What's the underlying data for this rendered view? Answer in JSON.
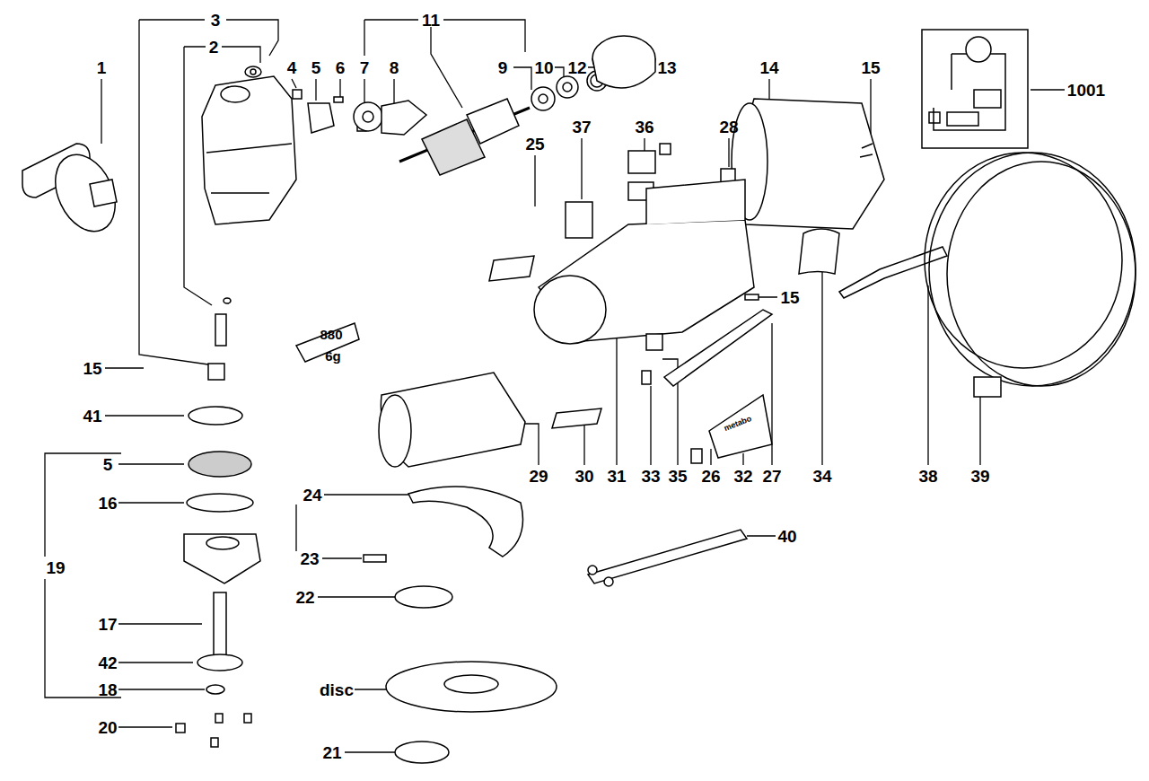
{
  "diagram": {
    "labels": [
      "3",
      "11",
      "2",
      "1",
      "4",
      "5",
      "6",
      "7",
      "8",
      "9",
      "10",
      "12",
      "13",
      "14",
      "15",
      "1001",
      "37",
      "36",
      "28",
      "25",
      "15",
      "880",
      "6g",
      "15",
      "41",
      "19",
      "5",
      "16",
      "24",
      "23",
      "22",
      "17",
      "42",
      "18",
      "disc",
      "20",
      "21",
      "40",
      "29",
      "30",
      "31",
      "33",
      "35",
      "26",
      "32",
      "27",
      "34",
      "38",
      "39",
      "metabo"
    ]
  }
}
